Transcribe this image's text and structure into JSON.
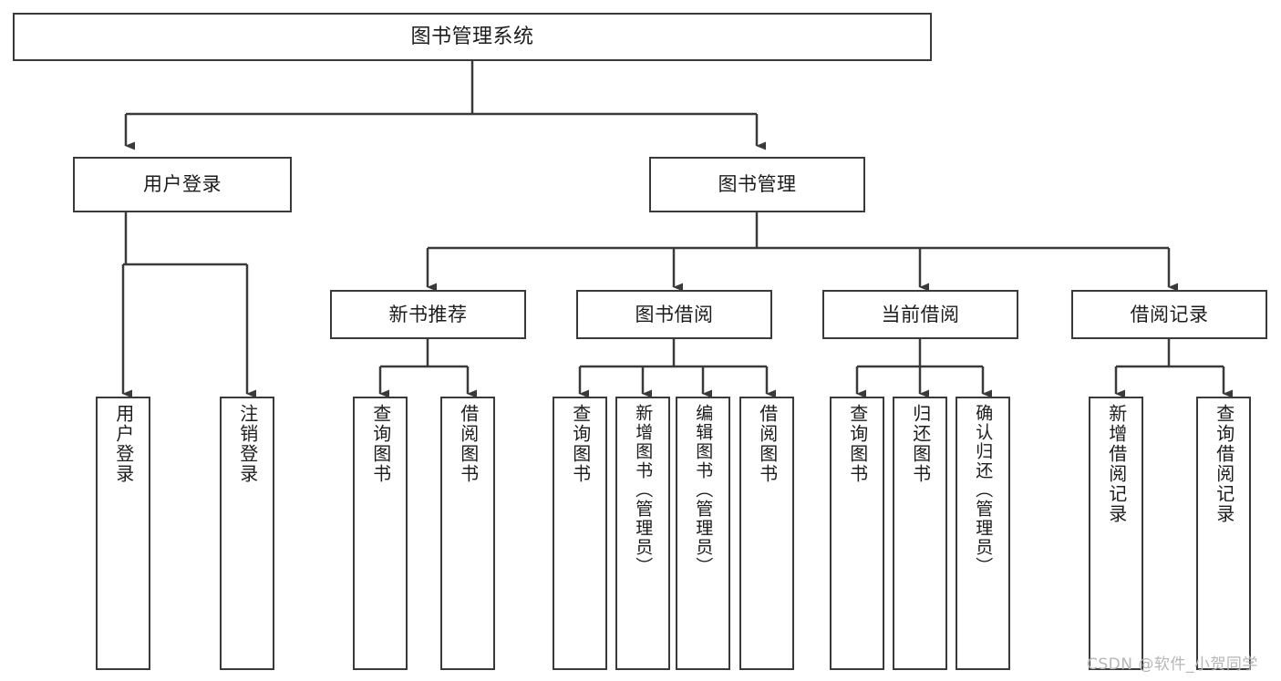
{
  "diagram": {
    "type": "tree",
    "title": "图书管理系统",
    "stroke_color": "#3a3a3a",
    "background_color": "#ffffff",
    "text_color": "#1c1c1c",
    "root": {
      "id": "root",
      "label": "图书管理系统"
    },
    "level2": [
      {
        "id": "user-login",
        "label": "用户登录"
      },
      {
        "id": "book-manage",
        "label": "图书管理"
      }
    ],
    "level3": [
      {
        "id": "new-book-recommend",
        "label": "新书推荐"
      },
      {
        "id": "book-borrow",
        "label": "图书借阅"
      },
      {
        "id": "current-borrow",
        "label": "当前借阅"
      },
      {
        "id": "borrow-record",
        "label": "借阅记录"
      }
    ],
    "leaves": {
      "user_login": [
        {
          "id": "leaf-user-login",
          "label": "用户登录"
        },
        {
          "id": "leaf-logout",
          "label": "注销登录"
        }
      ],
      "new_book_recommend": [
        {
          "id": "leaf-query-book-1",
          "label": "查询图书"
        },
        {
          "id": "leaf-borrow-book-1",
          "label": "借阅图书"
        }
      ],
      "book_borrow": [
        {
          "id": "leaf-query-book-2",
          "label": "查询图书"
        },
        {
          "id": "leaf-add-book",
          "label": "新增图书（管理员）"
        },
        {
          "id": "leaf-edit-book",
          "label": "编辑图书（管理员）"
        },
        {
          "id": "leaf-borrow-book-2",
          "label": "借阅图书"
        }
      ],
      "current_borrow": [
        {
          "id": "leaf-query-book-3",
          "label": "查询图书"
        },
        {
          "id": "leaf-return-book",
          "label": "归还图书"
        },
        {
          "id": "leaf-confirm-return",
          "label": "确认归还（管理员）"
        }
      ],
      "borrow_record": [
        {
          "id": "leaf-add-record",
          "label": "新增借阅记录"
        },
        {
          "id": "leaf-query-record",
          "label": "查询借阅记录"
        }
      ]
    }
  },
  "watermark": {
    "text": "CSDN @软件_小贺同学"
  }
}
